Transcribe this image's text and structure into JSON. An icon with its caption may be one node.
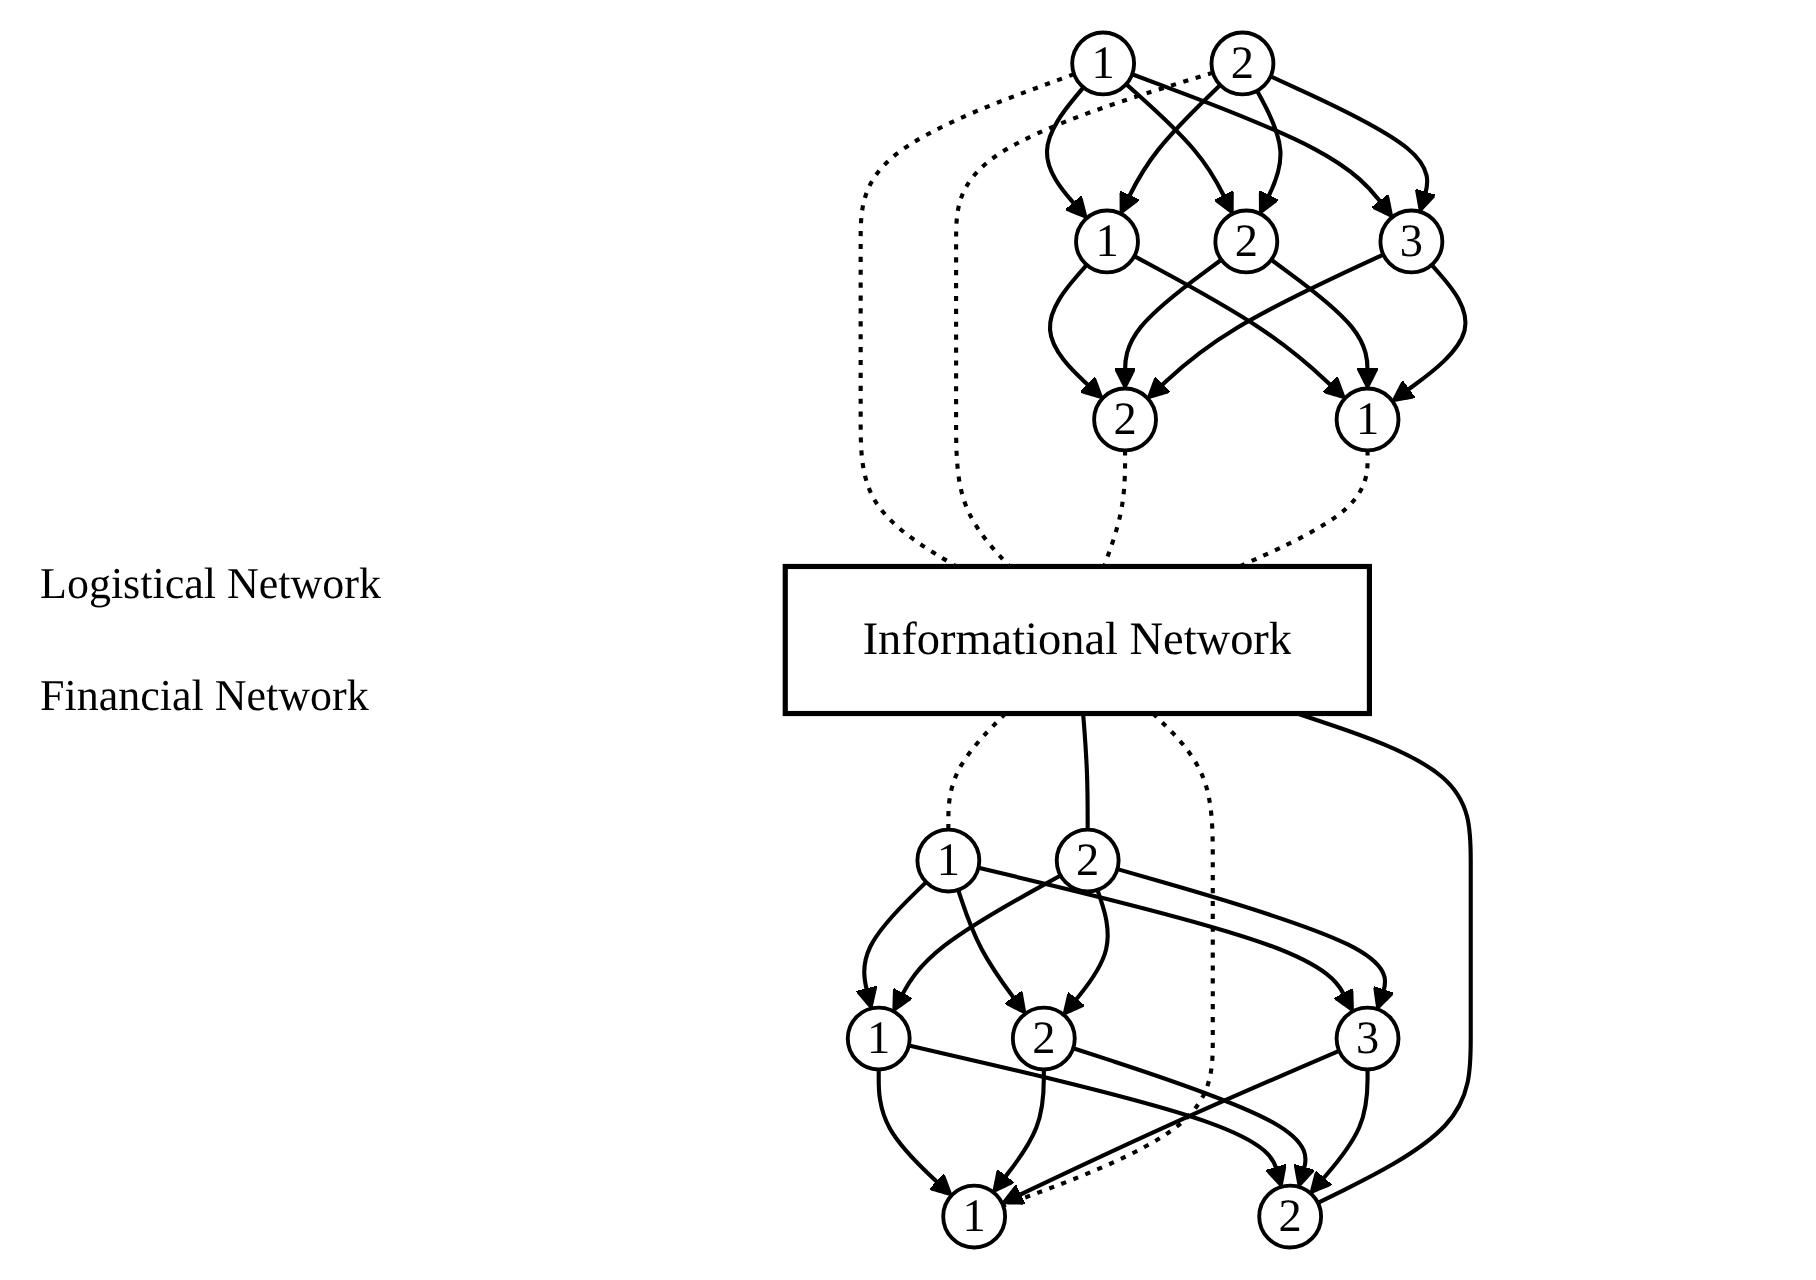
{
  "diagram": {
    "nodes": [
      {
        "text": [
          "1"
        ]
      },
      {
        "text": [
          "2"
        ]
      },
      {
        "text": [
          "1"
        ]
      },
      {
        "text": [
          "2"
        ]
      },
      {
        "text": [
          "3"
        ]
      },
      {
        "text": [
          "1"
        ]
      },
      {
        "text": [
          "2"
        ]
      },
      {
        "text": [
          "Informational Network"
        ]
      },
      {
        "text": [
          "1"
        ]
      },
      {
        "text": [
          "2"
        ]
      },
      {
        "text": [
          "1"
        ]
      },
      {
        "text": [
          "2"
        ]
      },
      {
        "text": [
          "3"
        ]
      },
      {
        "text": [
          "1"
        ]
      },
      {
        "text": [
          "2"
        ]
      }
    ],
    "edges": [
      {
        "from": 0,
        "to": 2,
        "arrow": "to"
      },
      {
        "from": 0,
        "to": 3,
        "arrow": "to"
      },
      {
        "from": 0,
        "to": 4,
        "arrow": "to"
      },
      {
        "from": 1,
        "to": 2,
        "arrow": "to"
      },
      {
        "from": 1,
        "to": 3,
        "arrow": "to"
      },
      {
        "from": 1,
        "to": 4,
        "arrow": "to"
      },
      {
        "from": 2,
        "to": 5,
        "arrow": "to"
      },
      {
        "from": 2,
        "to": 6,
        "arrow": "to"
      },
      {
        "from": 3,
        "to": 5,
        "arrow": "to"
      },
      {
        "from": 3,
        "to": 6,
        "arrow": "to"
      },
      {
        "from": 4,
        "to": 5,
        "arrow": "to"
      },
      {
        "from": 4,
        "to": 6,
        "arrow": "to"
      },
      {
        "from": 13,
        "to": 10,
        "arrow": "to"
      },
      {
        "from": 13,
        "to": 11,
        "arrow": "to"
      },
      {
        "from": 13,
        "to": 12,
        "arrow": "to"
      },
      {
        "from": 14,
        "to": 10,
        "arrow": "to"
      },
      {
        "from": 14,
        "to": 11,
        "arrow": "to"
      },
      {
        "from": 14,
        "to": 12,
        "arrow": "to"
      },
      {
        "from": 10,
        "to": 8,
        "arrow": "to"
      },
      {
        "from": 10,
        "to": 9,
        "arrow": "to"
      },
      {
        "from": 11,
        "to": 8,
        "arrow": "to"
      },
      {
        "from": 11,
        "to": 9,
        "arrow": "to"
      },
      {
        "from": 12,
        "to": 8,
        "arrow": "to"
      },
      {
        "from": 12,
        "to": 9,
        "arrow": "to"
      },
      {
        "from": 0,
        "to": 7,
        "arrow": "none",
        "style": "dashed"
      },
      {
        "from": 1,
        "to": 7,
        "arrow": "none",
        "style": "dashed"
      },
      {
        "from": 7,
        "to": 8,
        "arrow": "none",
        "style": "dashed"
      },
      {
        "from": 7,
        "to": 9,
        "arrow": "none"
      },
      {
        "from": 6,
        "to": 7,
        "arrow": "none",
        "style": "dashed"
      },
      {
        "from": 5,
        "to": 7,
        "arrow": "none",
        "style": "dashed"
      },
      {
        "from": 7,
        "to": 13,
        "arrow": "none",
        "style": "dashed"
      },
      {
        "from": 7,
        "to": 14,
        "arrow": "none"
      }
    ],
    "labels": [
      "Logistical Network",
      "Financial Network"
    ]
  }
}
